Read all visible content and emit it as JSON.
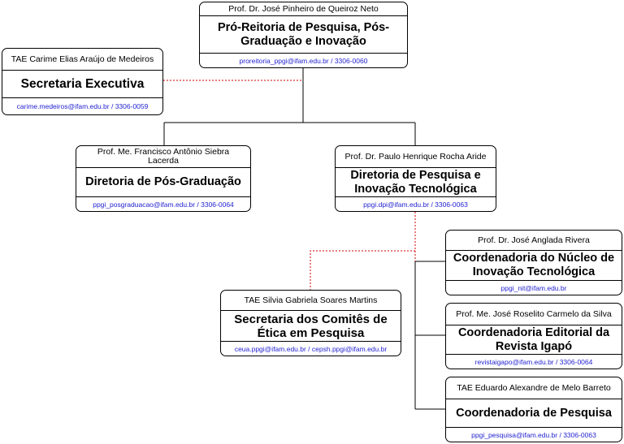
{
  "colors": {
    "border": "#000000",
    "contact": "#1f1fd0",
    "dotted_link": "#cc0000"
  },
  "nodes": {
    "pro_reitoria": {
      "head": "Prof. Dr. José Pinheiro de Queiroz Neto",
      "title": "Pró-Reitoria de Pesquisa, Pós-Graduação e Inovação",
      "contact": "proreitoria_ppgi@ifam.edu.br / 3306-0060"
    },
    "secretaria_executiva": {
      "head": "TAE Carime Elias Araújo de Medeiros",
      "title": "Secretaria Executiva",
      "contact": "carime.medeiros@ifam.edu.br / 3306-0059"
    },
    "diretoria_pos": {
      "head": "Prof. Me. Francisco Antônio Siebra Lacerda",
      "title": "Diretoria de Pós-Graduação",
      "contact": "ppgi_posgraduacao@ifam.edu.br / 3306-0064"
    },
    "diretoria_pesquisa": {
      "head": "Prof. Dr. Paulo Henrique Rocha Aride",
      "title": "Diretoria de Pesquisa e Inovação Tecnológica",
      "contact": "ppgi.dpi@ifam.edu.br / 3306-0063"
    },
    "coord_nit": {
      "head": "Prof. Dr. José Anglada Rivera",
      "title": "Coordenadoria do Núcleo de Inovação Tecnológica",
      "contact": "ppgi_nit@ifam.edu.br"
    },
    "secretaria_comites": {
      "head": "TAE Silvia Gabriela Soares Martins",
      "title": "Secretaria dos Comitês de Ética em Pesquisa",
      "contact": "ceua.ppgi@ifam.edu.br / cepsh.ppgi@ifam.edu.br"
    },
    "coord_editorial": {
      "head": "Prof. Me. José Roselito Carmelo da Silva",
      "title": "Coordenadoria Editorial da Revista Igapó",
      "contact": "revistaigapo@ifam.edu.br / 3306-0064"
    },
    "coord_pesquisa": {
      "head": "TAE Eduardo Alexandre de Melo Barreto",
      "title": "Coordenadoria de Pesquisa",
      "contact": "ppgi_pesquisa@ifam.edu.br / 3306-0063"
    }
  }
}
